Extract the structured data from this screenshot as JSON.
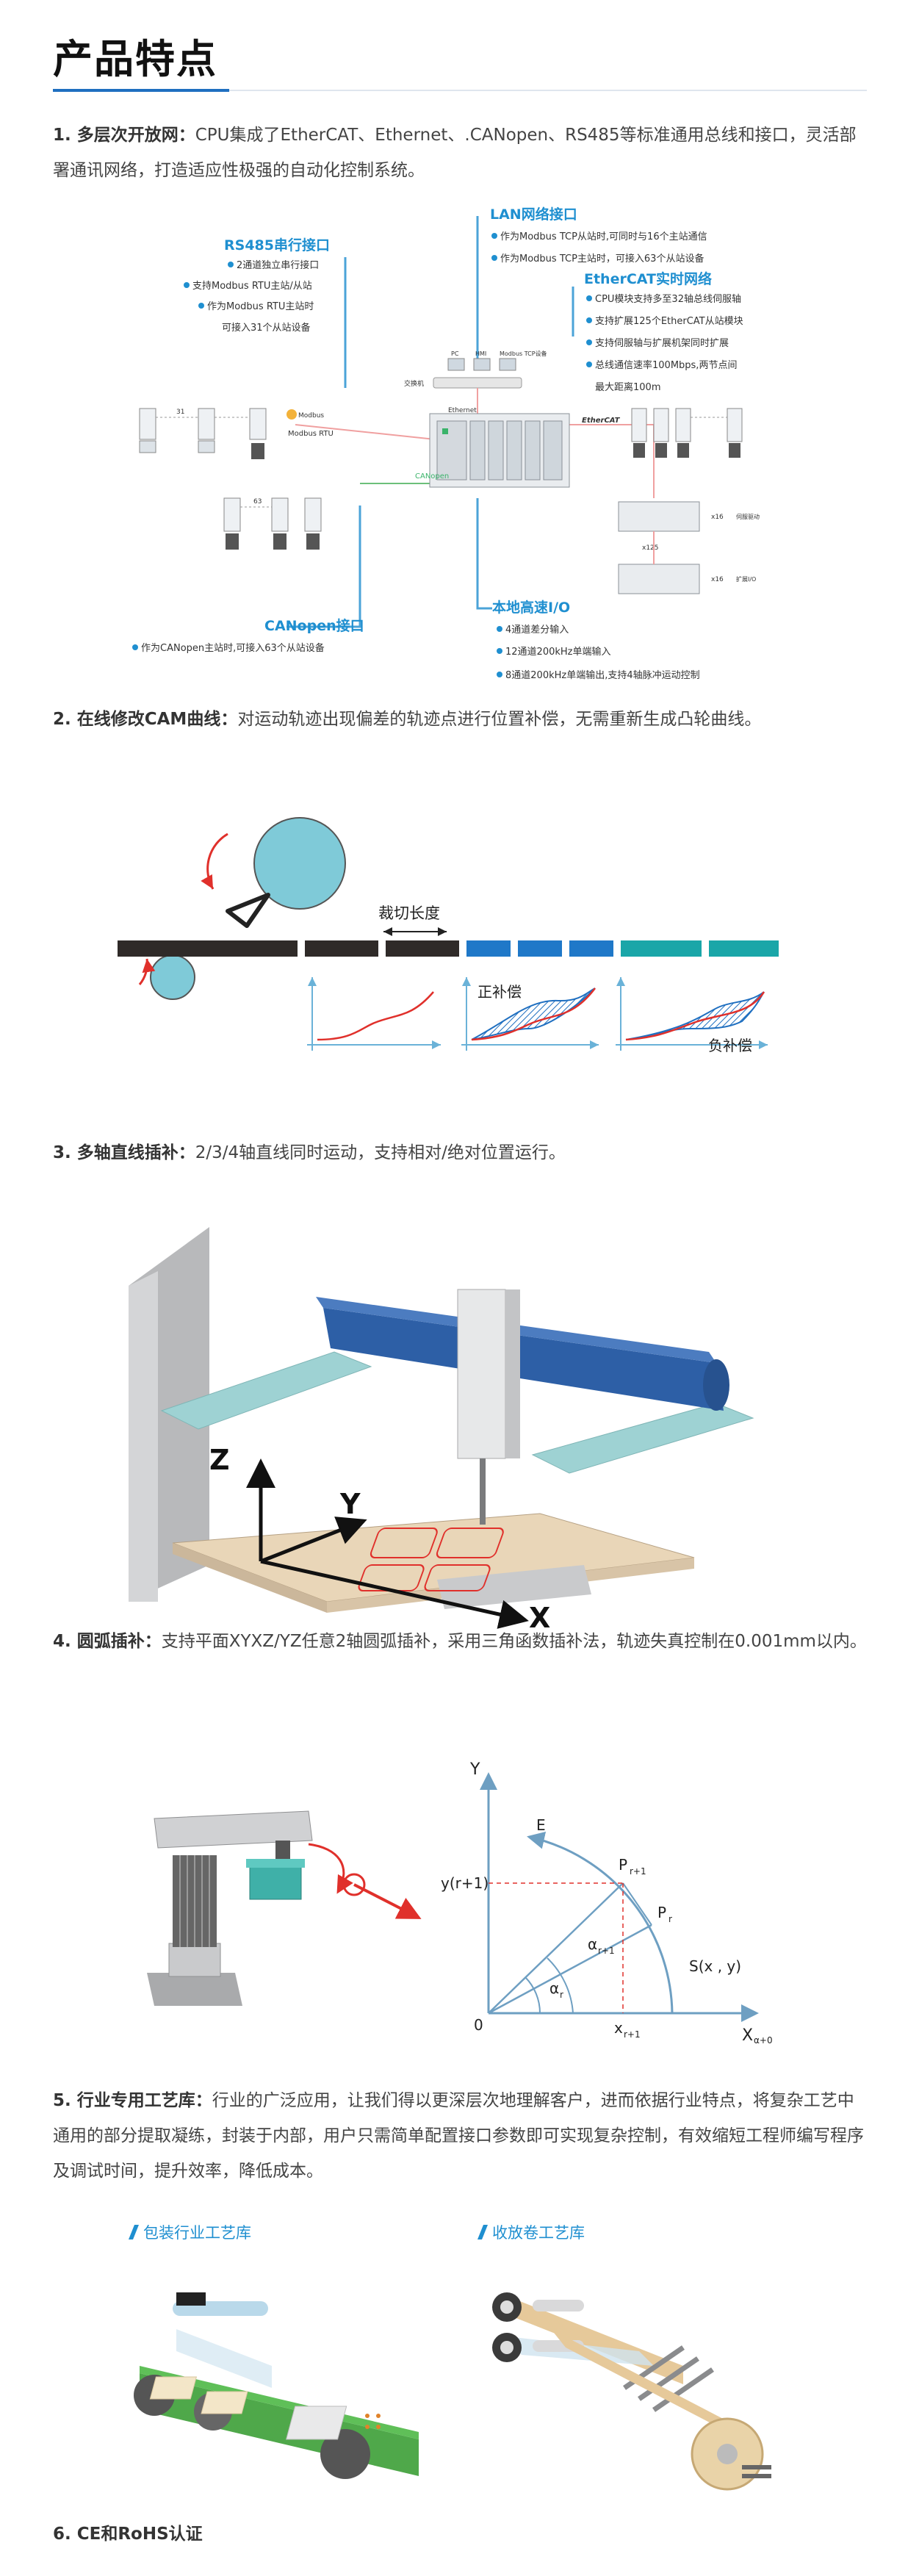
{
  "page_title": "产品特点",
  "features": [
    {
      "heading": "1. 多层次开放网：",
      "text": "CPU集成了EtherCAT、Ethernet、.CANopen、RS485等标准通用总线和接口，灵活部署通讯网络，打造适应性极强的自动化控制系统。"
    },
    {
      "heading": "2. 在线修改CAM曲线：",
      "text": "对运动轨迹出现偏差的轨迹点进行位置补偿，无需重新生成凸轮曲线。"
    },
    {
      "heading": "3. 多轴直线插补：",
      "text": "2/3/4轴直线同时运动，支持相对/绝对位置运行。"
    },
    {
      "heading": "4. 圆弧插补：",
      "text": "支持平面XYXZ/YZ任意2轴圆弧插补，采用三角函数插补法，轨迹失真控制在0.001mm以内。"
    },
    {
      "heading": "5. 行业专用工艺库：",
      "text": "行业的广泛应用，让我们得以更深层次地理解客户，进而依据行业特点，将复杂工艺中通用的部分提取凝练，封装于内部，用户只需简单配置接口参数即可实现复杂控制，有效缩短工程师编写程序及调试时间，提升效率，降低成本。"
    },
    {
      "heading": "6. CE和RoHS认证",
      "text": ""
    }
  ],
  "network_diagram": {
    "rs485_title": "RS485串行接口",
    "rs485_items": [
      "2通道独立串行接口",
      "支持Modbus RTU主站/从站",
      "作为Modbus RTU主站时",
      "可接入31个从站设备"
    ],
    "lan_title": "LAN网络接口",
    "lan_items": [
      "作为Modbus TCP从站时,可同时与16个主站通信",
      "作为Modbus TCP主站时，可接入63个从站设备"
    ],
    "ethercat_title": "EtherCAT实时网络",
    "ethercat_items": [
      "CPU模块支持多至32轴总线伺服轴",
      "支持扩展125个EtherCAT从站模块",
      "支持伺服轴与扩展机架同时扩展",
      "总线通信速率100Mbps,两节点间",
      "最大距离100m"
    ],
    "canopen_title": "CANopen接口",
    "canopen_items": [
      "作为CANopen主站时,可接入63个从站设备"
    ],
    "local_io_title": "本地高速I/O",
    "local_io_items": [
      "4通道差分输入",
      "12通道200kHz单端输入",
      "8通道200kHz单端输出,支持4轴脉冲运动控制"
    ],
    "small_labels": {
      "n31": "31",
      "n63": "63",
      "modbus": "Modbus",
      "modbus_rtu": "Modbus RTU",
      "ethernet": "Ethernet",
      "canopen": "CANopen",
      "ethercat": "EtherCAT",
      "x125": "x125",
      "x16": "x16",
      "x16b": "x16",
      "switch": "交换机",
      "pc": "PC",
      "hmi": "HMI",
      "modbus_tcp": "Modbus TCP设备",
      "sv": "伺服驱动",
      "io": "扩展I/O"
    }
  },
  "cam_diagram": {
    "cut_length": "裁切长度",
    "positive": "正补偿",
    "negative": "负补偿"
  },
  "xyz_diagram": {
    "z": "Z",
    "y": "Y",
    "x": "X"
  },
  "arc_diagram": {
    "y_axis": "Y",
    "x_axis": "X",
    "x_sub": "α+0",
    "e": "E",
    "p_r1": "P",
    "p_r1_sub": "r+1",
    "p_r": "P",
    "p_r_sub": "r",
    "y_r1": "y(r+1)",
    "alpha_r1": "α",
    "alpha_r1_sub": "r+1",
    "alpha_r": "α",
    "alpha_r_sub": "r",
    "x_r1": "x",
    "x_r1_sub": "r+1",
    "origin": "0",
    "s": "S(x , y)"
  },
  "process_library": {
    "left_title": "包装行业工艺库",
    "right_title": "收放卷工艺库"
  },
  "colors": {
    "accent": "#1f6fc0",
    "teal": "#78c9d6",
    "red": "#e0302b",
    "dark": "#2b2b2b"
  }
}
